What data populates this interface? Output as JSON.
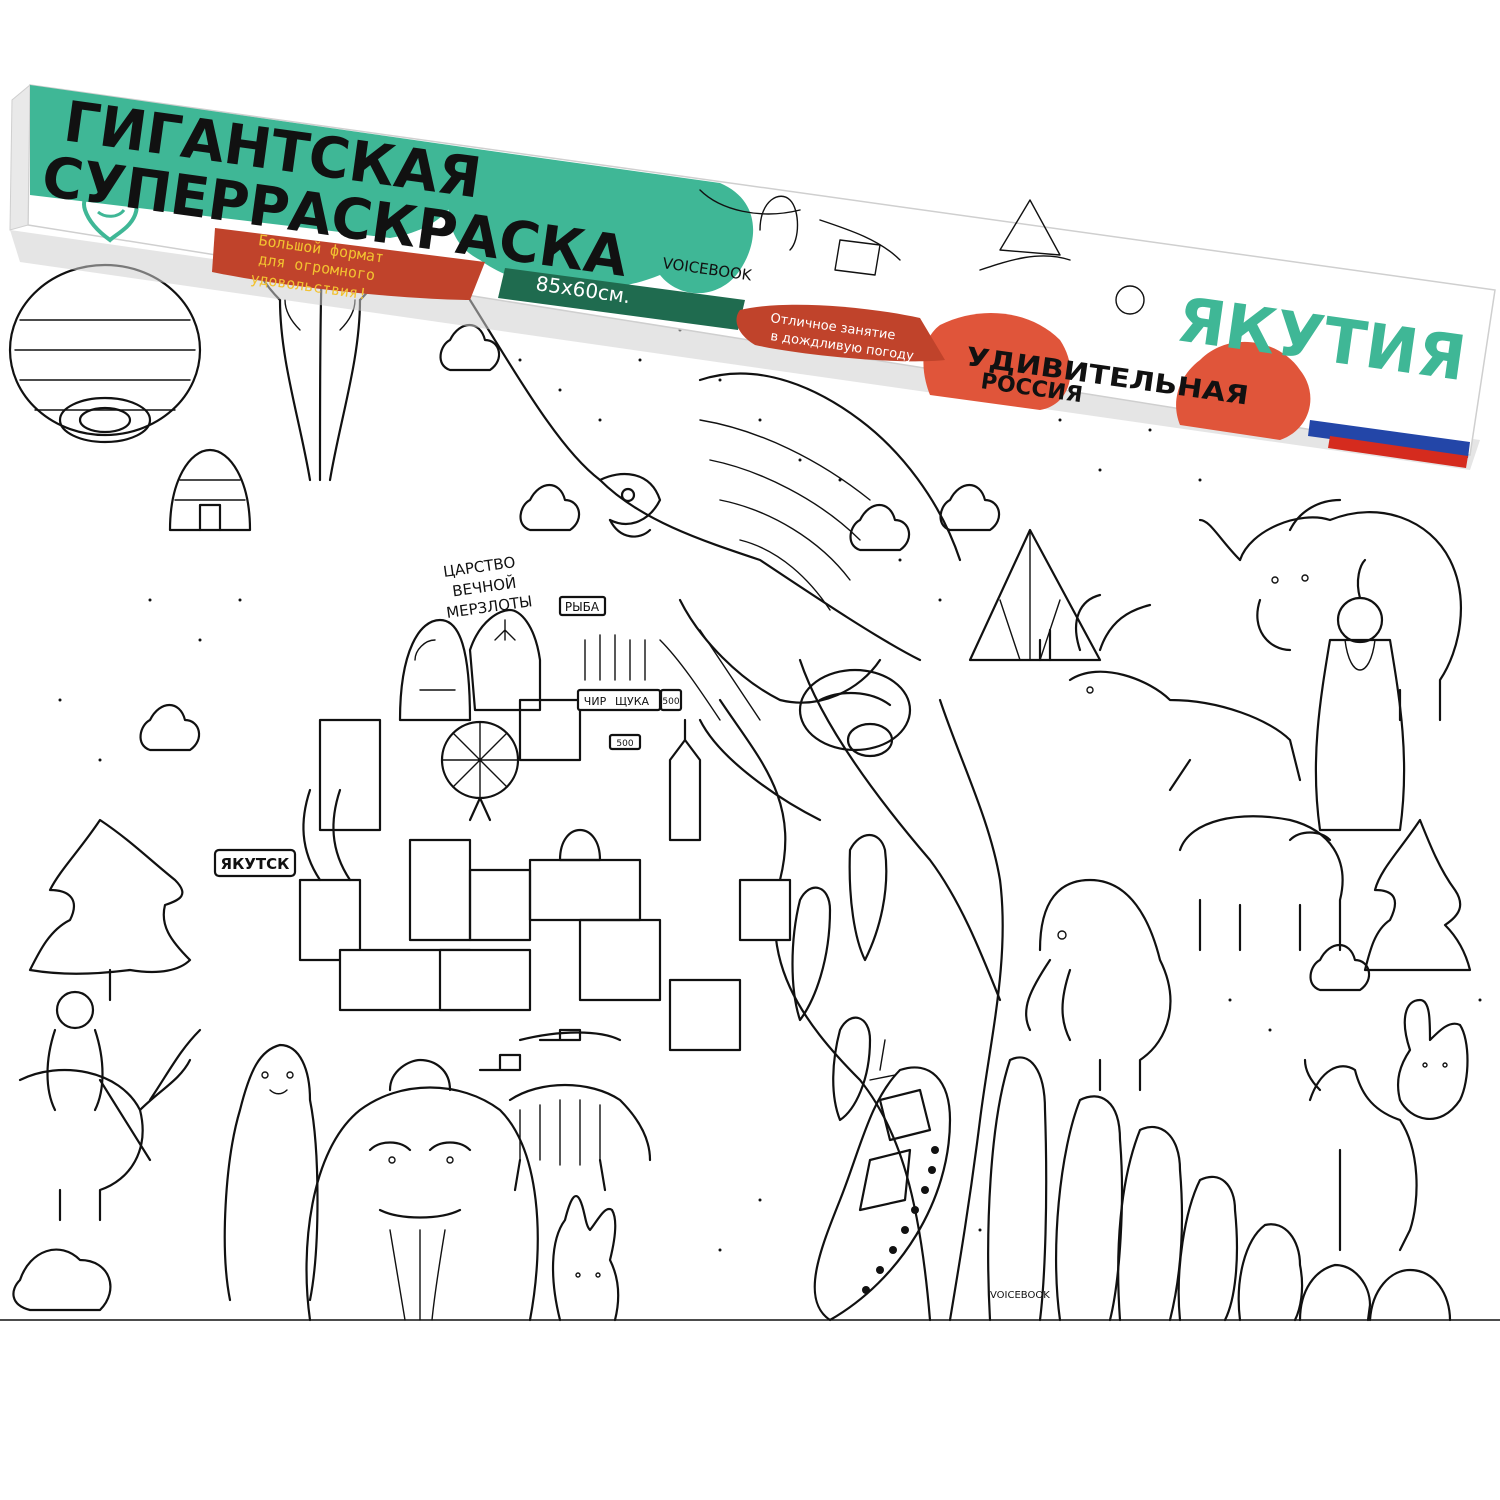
{
  "box": {
    "title_line1": "ГИГАНТСКАЯ",
    "title_line2": "СУПЕРРАСКРАСКА",
    "size_badge": "85х60см.",
    "promo_left_line1": "Большой формат",
    "promo_left_line2": "для огромного",
    "promo_left_line3": "удовольствия!",
    "promo_right_line1": "Отличное занятие",
    "promo_right_line2": "в дождливую погоду",
    "brand": "VOICEBOOK",
    "series_line1": "УДИВИТЕЛЬНАЯ",
    "series_line2": "РОССИЯ",
    "region": "ЯКУТИЯ"
  },
  "poster": {
    "sign_permafrost_line1": "ЦАРСТВО",
    "sign_permafrost_line2": "ВЕЧНОЙ",
    "sign_permafrost_line3": "МЕРЗЛОТЫ",
    "sign_fish": "РЫБА",
    "sign_chir": "ЧИР",
    "sign_shchuka": "ЩУКА",
    "price_500a": "500",
    "price_500b": "500",
    "city_sign": "ЯКУТСК",
    "brand": "VOICEBOOK"
  },
  "colors": {
    "teal": "#3fb796",
    "rust": "#c0432b",
    "orange_red": "#e0553a",
    "dark_green": "#1f6b4f",
    "flag_blue": "#2346a8",
    "flag_red": "#d52b1e",
    "ink": "#111111"
  },
  "icons": {
    "logo": "voicebook-heart-logo-icon"
  }
}
